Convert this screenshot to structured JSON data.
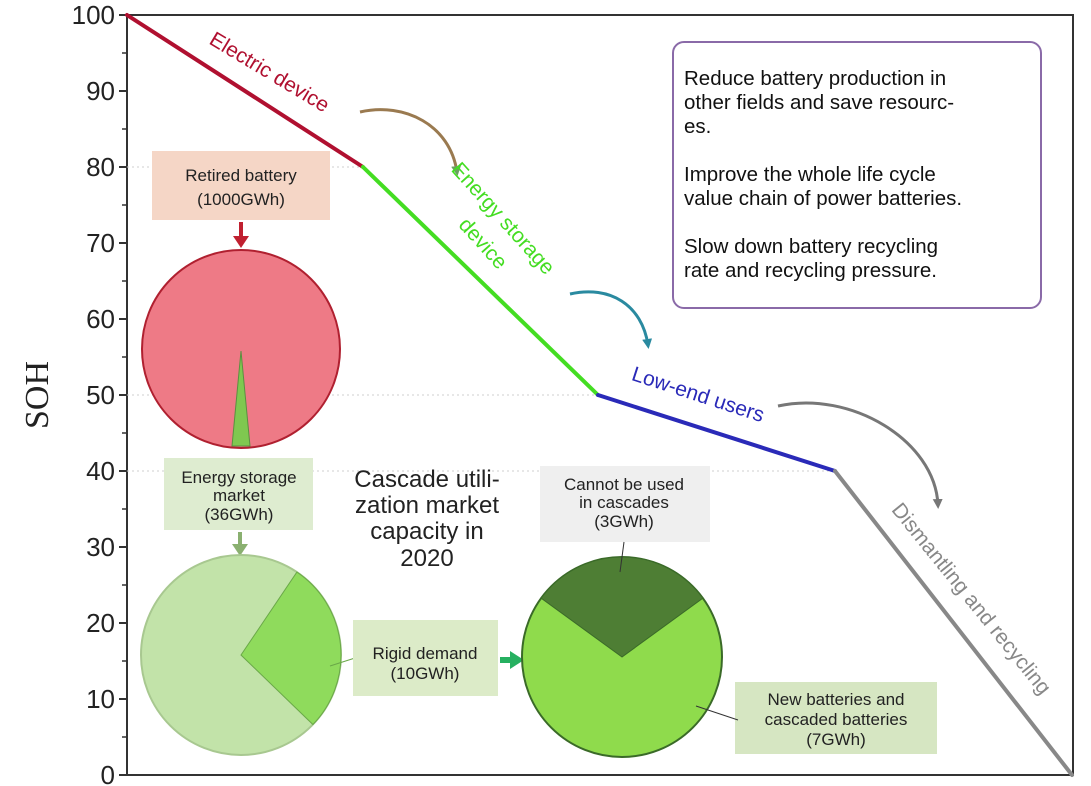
{
  "chart_data": {
    "type": "line",
    "ylabel": "SOH",
    "ylim": [
      0,
      100
    ],
    "yticks": [
      "0",
      "10",
      "20",
      "30",
      "40",
      "50",
      "60",
      "70",
      "80",
      "90",
      "100"
    ],
    "series": [
      {
        "name": "Electric device",
        "color": "#b01030",
        "x": [
          0,
          1
        ],
        "y": [
          100,
          80
        ]
      },
      {
        "name": "Energy storage device",
        "color": "#44dd22",
        "x": [
          1,
          2
        ],
        "y": [
          80,
          50
        ]
      },
      {
        "name": "Low-end users",
        "color": "#2a2ab8",
        "x": [
          2,
          3
        ],
        "y": [
          50,
          40
        ]
      },
      {
        "name": "Dismantling and recycling",
        "color": "#888888",
        "x": [
          3,
          4
        ],
        "y": [
          40,
          0
        ]
      }
    ]
  },
  "labels": {
    "electric": "Electric device",
    "energy_line1": "Energy storage",
    "energy_line2": "device",
    "lowend": "Low-end users",
    "dismantling": "Dismantling and recycling"
  },
  "retired": {
    "line1": "Retired battery",
    "line2": "(1000GWh)",
    "total": 1000,
    "slice": 36,
    "main_color": "#ee7a86",
    "slice_color": "#7fc850"
  },
  "market": {
    "line1": "Energy storage",
    "line2": "market",
    "line3": "(36GWh)",
    "total": 36,
    "slice": 10,
    "main_color": "#c2e3a9",
    "slice_color": "#8fdb5c"
  },
  "rigid": {
    "line1": "Rigid demand",
    "line2": "(10GWh)",
    "total": 10,
    "slice": 3,
    "main_color": "#8fdb4c",
    "slice_color": "#4e7e34"
  },
  "cannot": {
    "line1": "Cannot be used",
    "line2": "in cascades",
    "line3": "(3GWh)"
  },
  "newbat": {
    "line1": "New batteries and",
    "line2": "cascaded batteries",
    "line3": "(7GWh)"
  },
  "center": {
    "line1": "Cascade utili-",
    "line2": "zation market",
    "line3": "capacity in",
    "line4": "2020"
  },
  "notes": [
    "Reduce battery production in\nother fields and save resourc-\nes.",
    "Improve the whole life cycle\nvalue chain of power batteries.",
    "Slow down battery recycling\nrate and recycling pressure."
  ]
}
